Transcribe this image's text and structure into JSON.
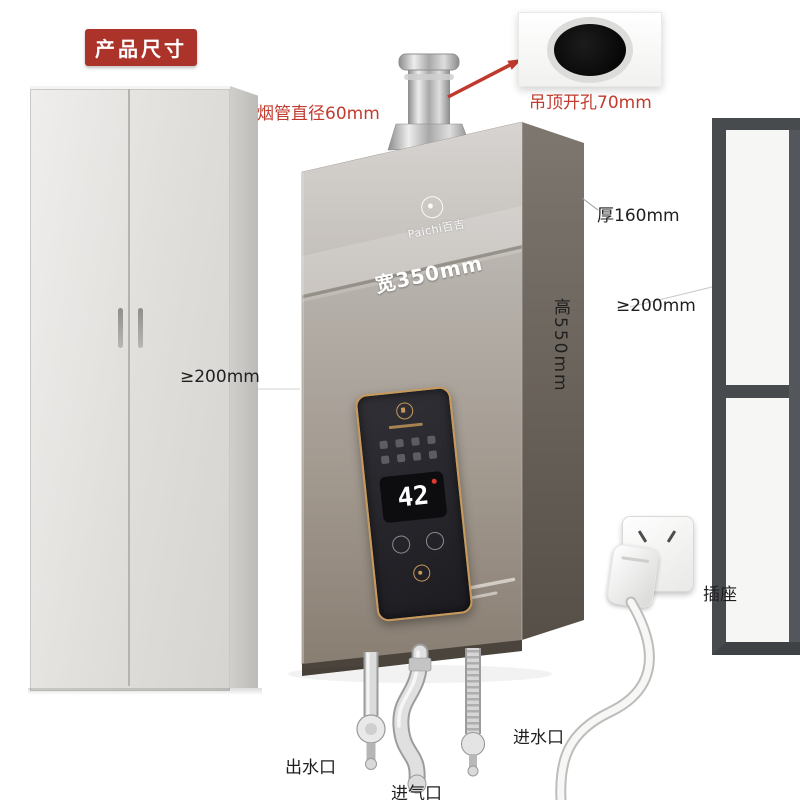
{
  "badge": {
    "label": "产品尺寸"
  },
  "dimensions": {
    "flue_diameter": "烟管直径60mm",
    "ceiling_hole": "吊顶开孔70mm",
    "depth": "厚160mm",
    "width": "宽350mm",
    "height": "高550mm",
    "clearance_left": "≥200mm",
    "clearance_right": "≥200mm"
  },
  "connections": {
    "socket": "插座",
    "water_outlet": "出水口",
    "gas_inlet": "进气口",
    "water_inlet": "进水口"
  },
  "heater": {
    "brand": "Paichi百吉",
    "display_temperature": "42"
  },
  "colors": {
    "accent_red": "#c13b2e",
    "badge_bg": "#ab332a",
    "panel_gold": "#c79a5b",
    "heater_body_top": "#cbc8c4",
    "heater_body_bottom": "#897e72",
    "window_frame": "#484b4e"
  }
}
